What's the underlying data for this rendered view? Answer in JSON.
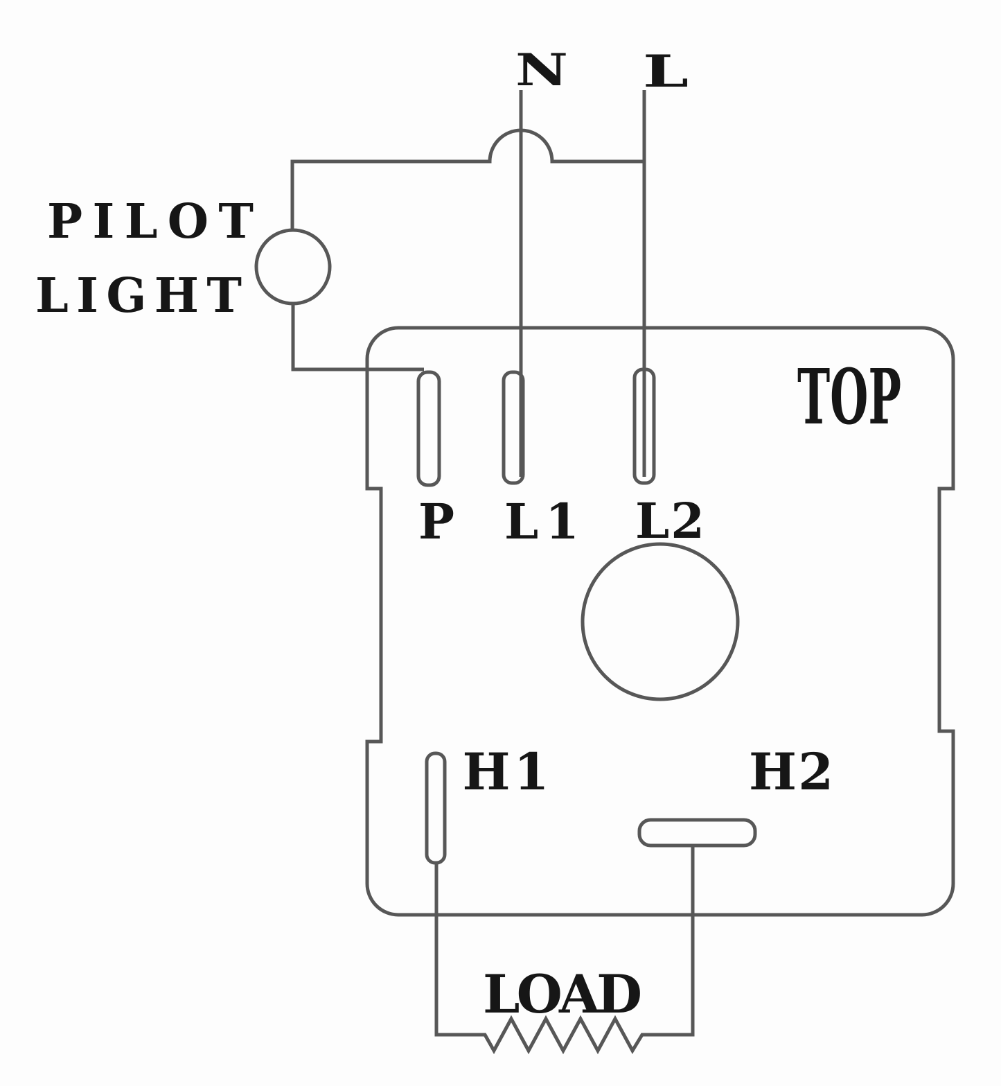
{
  "diagram": {
    "type": "wiring-diagram",
    "description": "Relay timer socket (top view) wiring diagram with pilot light and load resistor",
    "colors": {
      "background": "#fdfdfd",
      "line": "#575757",
      "text": "#161616"
    },
    "supply": {
      "neutral_label": "N",
      "line_label": "L"
    },
    "pilot_light": {
      "label_line1": "PILOT",
      "label_line2": "LIGHT"
    },
    "socket": {
      "view_label": "TOP",
      "terminals": {
        "p": "P",
        "l1": "L1",
        "l2": "L2",
        "h1": "H1",
        "h2": "H2"
      }
    },
    "load": {
      "label": "LOAD"
    }
  }
}
